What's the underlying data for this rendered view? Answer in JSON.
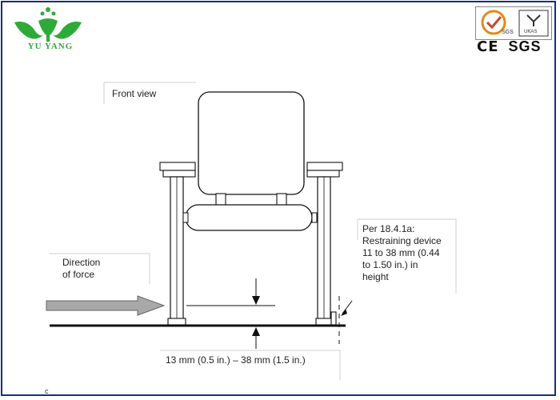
{
  "header": {
    "brand_name": "YU YANG",
    "brand_color": "#2eaa3a",
    "cert_marks": {
      "ce": "CE",
      "sgs": "SGS"
    },
    "cert_badges": [
      "SGS",
      "UKAS"
    ]
  },
  "diagram": {
    "front_view_label": "Front view",
    "direction_label": "Direction\nof force",
    "restraint_label": "Per 18.4.1a:\nRestraining device\n11 to 38 mm (0.44\nto 1.50 in.) in\nheight",
    "measurement_label": "13 mm (0.5 in.) – 38 mm (1.5 in.)",
    "stray_mark": "c"
  },
  "colors": {
    "frame": "#1a2d7a",
    "arrow_fill": "#a8a8a8",
    "line": "#111111"
  }
}
